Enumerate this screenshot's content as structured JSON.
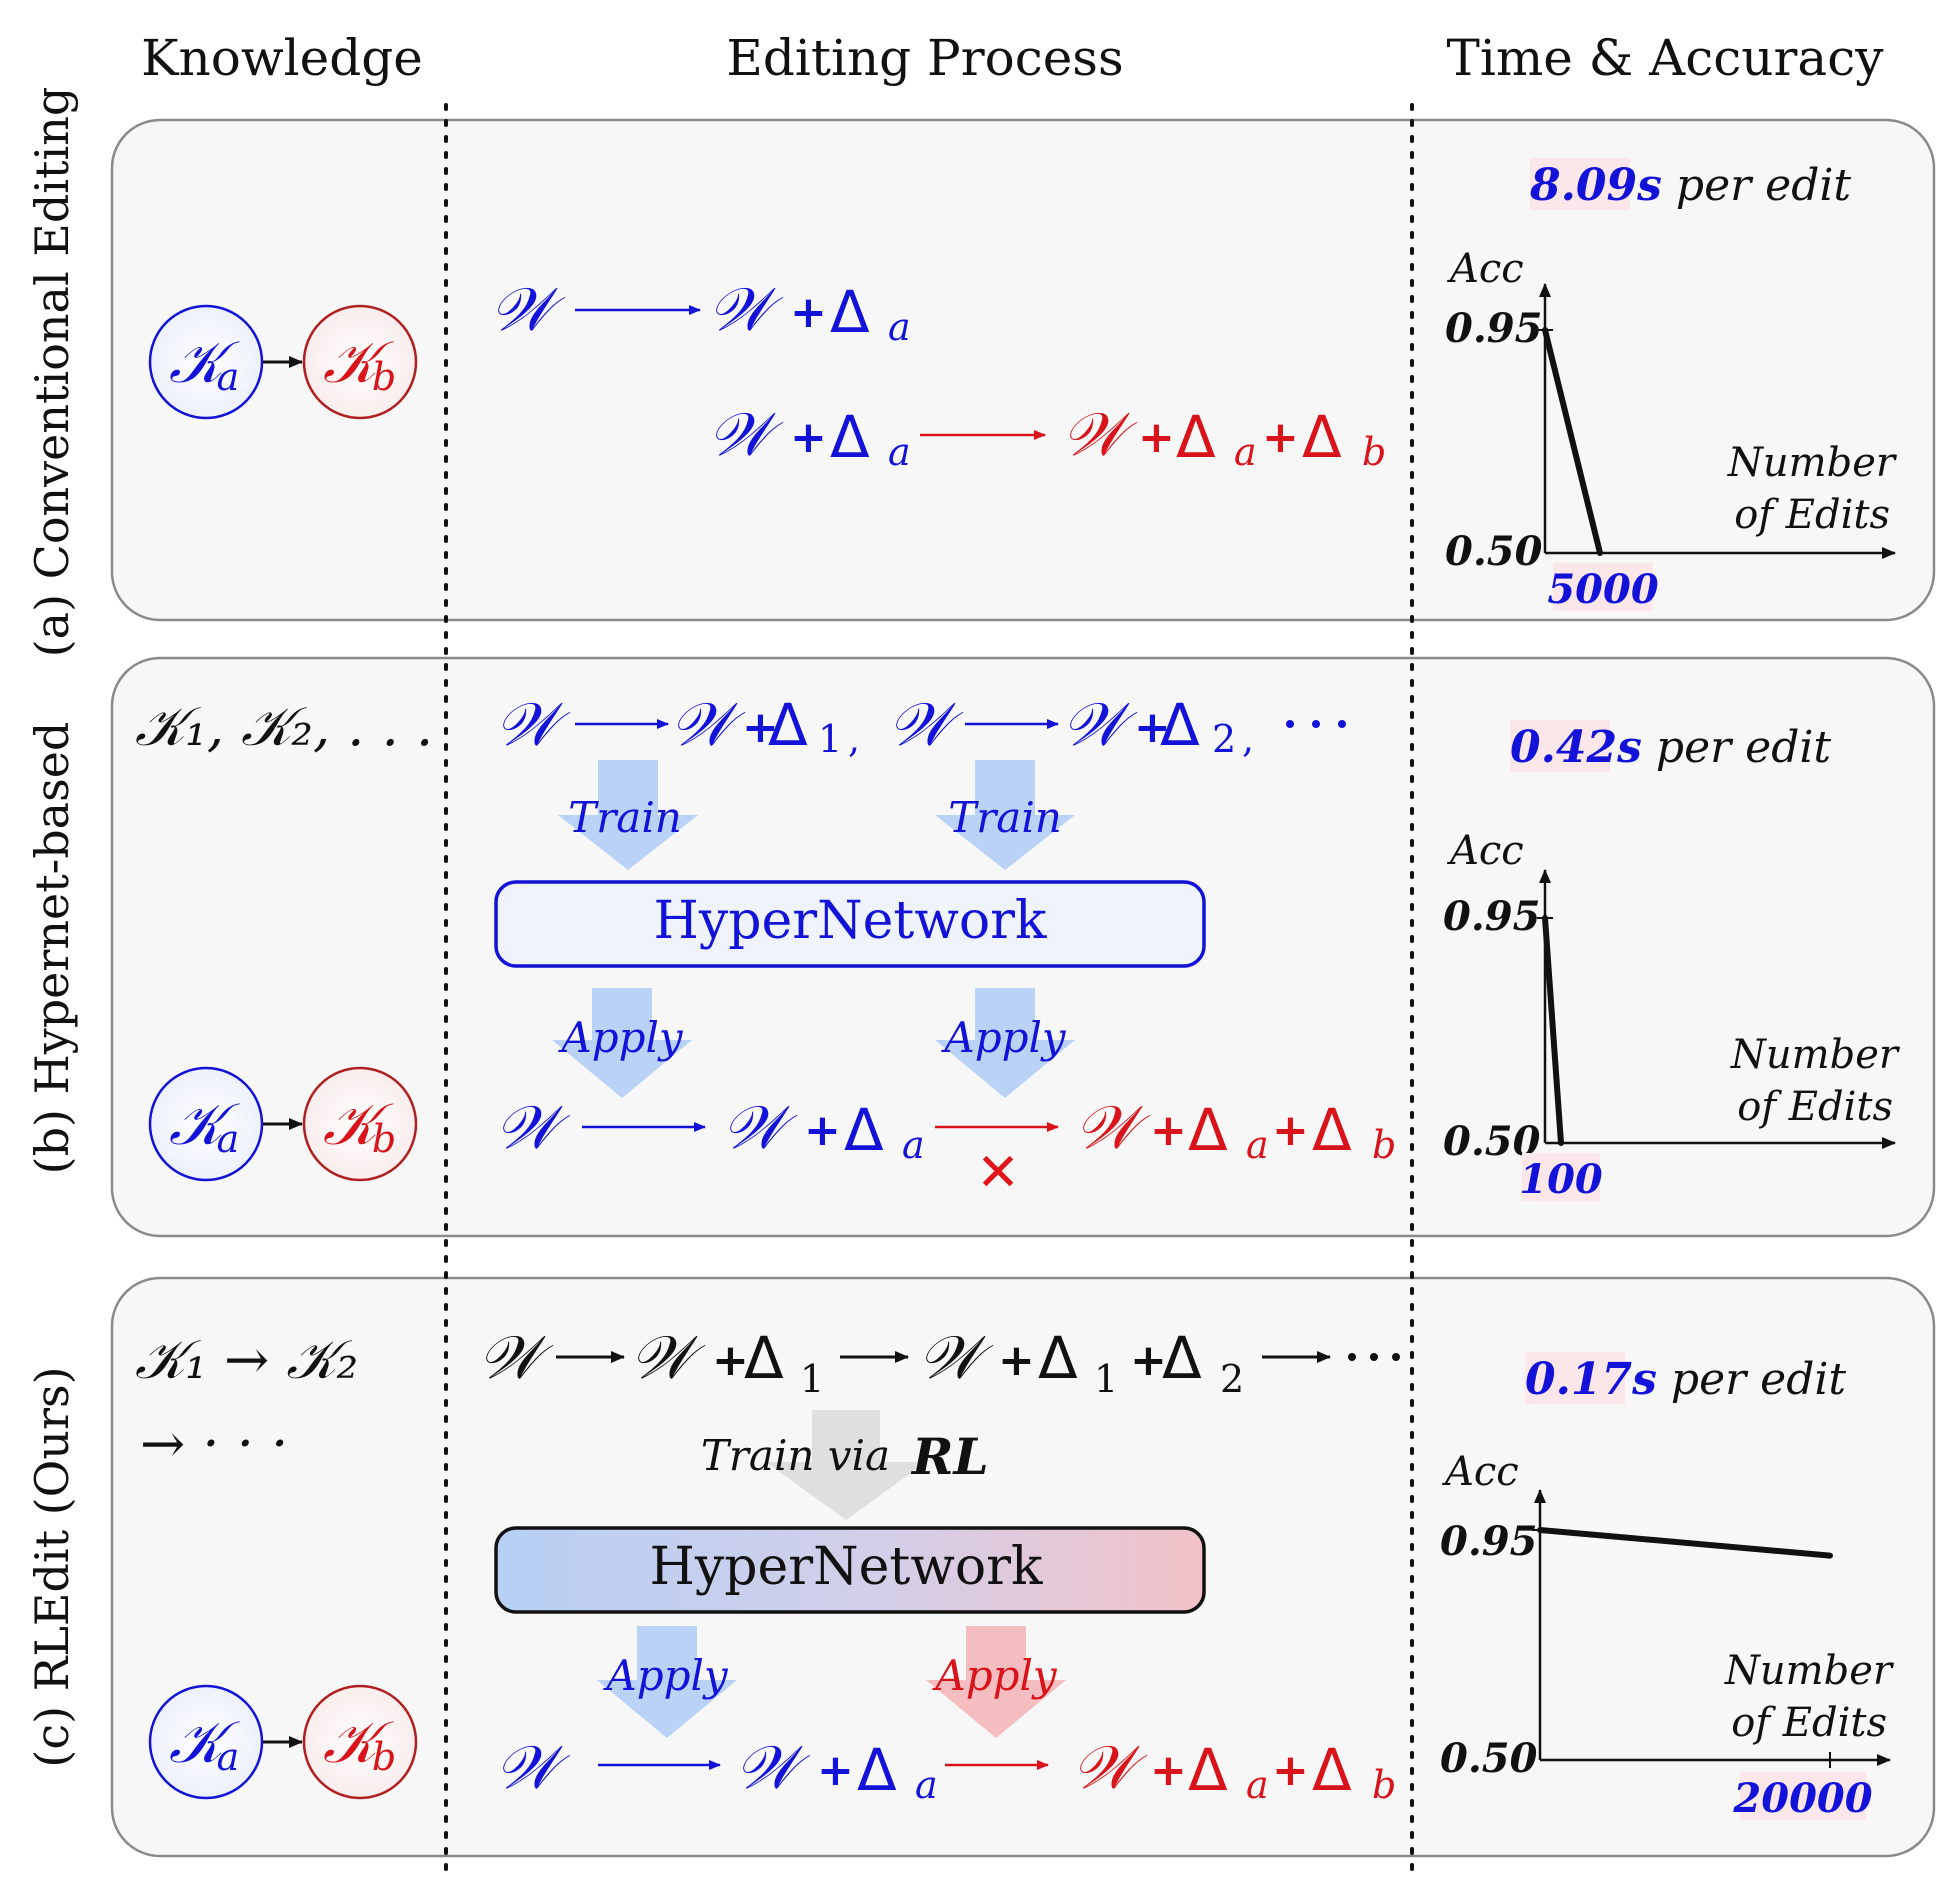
{
  "headers": {
    "knowledge": "Knowledge",
    "process": "Editing Process",
    "time_accuracy": "Time & Accuracy"
  },
  "panels": [
    {
      "side_label": "(a) Conventional Editing",
      "knowledge_text": "",
      "time": {
        "value": "8.09s",
        "suffix": " per edit"
      },
      "labels": {}
    },
    {
      "side_label": "(b) Hypernet-based",
      "knowledge_text": "𝒦₁, 𝒦₂, . . .",
      "time": {
        "value": "0.42s",
        "suffix": " per edit"
      },
      "hypernetwork": "HyperNetwork",
      "labels": {
        "train": "Train",
        "apply": "Apply"
      }
    },
    {
      "side_label": "(c) RLEdit (Ours)",
      "knowledge_text_1": "𝒦₁ → 𝒦₂",
      "knowledge_text_2": "→ · · ·",
      "time": {
        "value": "0.17s",
        "suffix": " per edit"
      },
      "hypernetwork": "HyperNetwork",
      "labels": {
        "train_via": "Train via",
        "rl": "RL",
        "apply": "Apply"
      }
    }
  ],
  "symbols": {
    "W": "𝒲",
    "K": "𝒦",
    "delta": "Δ",
    "plus": "+",
    "cross": "✕"
  },
  "subscripts": {
    "a": "a",
    "b": "b",
    "one": "1",
    "two": "2"
  },
  "chart_axes": {
    "acc": "Acc",
    "number": "Number",
    "of_edits": "of Edits"
  },
  "colors": {
    "blue": "#1212d8",
    "red": "#d8141a",
    "panel_bg": "#f7f7f7",
    "light_blue_arrow": "#aecbf5",
    "light_red_arrow": "#f6b3b6",
    "gray_arrow": "#d8d8d8"
  },
  "chart_data": [
    {
      "type": "line",
      "title": "",
      "xlabel": "Number of Edits",
      "ylabel": "Acc",
      "y_ticks": [
        "0.95",
        "0.50"
      ],
      "x_ticks": [
        "5000"
      ],
      "series": [
        {
          "x": [
            0,
            5000
          ],
          "y": [
            0.95,
            0.5
          ]
        }
      ]
    },
    {
      "type": "line",
      "title": "",
      "xlabel": "Number of Edits",
      "ylabel": "Acc",
      "y_ticks": [
        "0.95",
        "0.50"
      ],
      "x_ticks": [
        "100"
      ],
      "series": [
        {
          "x": [
            0,
            100
          ],
          "y": [
            0.95,
            0.5
          ]
        }
      ]
    },
    {
      "type": "line",
      "title": "",
      "xlabel": "Number of Edits",
      "ylabel": "Acc",
      "y_ticks": [
        "0.95",
        "0.50"
      ],
      "x_ticks": [
        "20000"
      ],
      "series": [
        {
          "x": [
            0,
            20000
          ],
          "y": [
            0.95,
            0.9
          ]
        }
      ]
    }
  ]
}
